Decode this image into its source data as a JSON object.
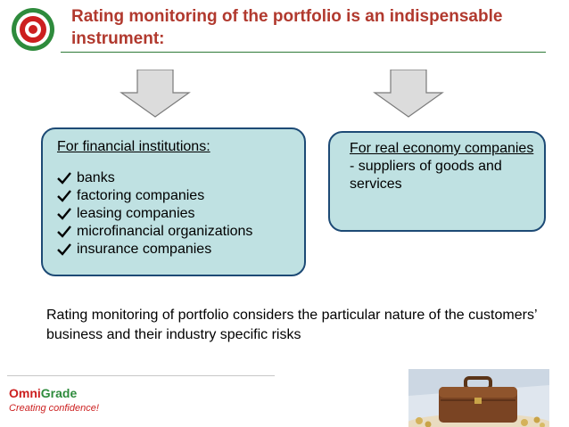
{
  "header": {
    "title": "Rating monitoring of the portfolio is an indispensable instrument:"
  },
  "left_box": {
    "heading": "For financial institutions:",
    "items": [
      "banks",
      "factoring companies",
      "leasing companies",
      "microfinancial organizations",
      "insurance companies"
    ]
  },
  "right_box": {
    "heading_underlined": "For real economy companies ",
    "rest": "- suppliers of goods and services"
  },
  "note": "Rating monitoring of portfolio considers the particular nature of the customers’ business and their industry specific risks",
  "footer": {
    "brand_part1": "Omni",
    "brand_part2": "Grade",
    "tagline": "Creating confidence!"
  },
  "colors": {
    "title": "#b1392e",
    "box_fill": "#bfe1e2",
    "box_border": "#1d4a75",
    "rule": "#2e7a37",
    "brand_red": "#cc1f1f",
    "brand_green": "#2e8b3c"
  },
  "icons": [
    "target-logo-icon",
    "down-arrow-icon",
    "checkmark-icon",
    "briefcase-image"
  ]
}
